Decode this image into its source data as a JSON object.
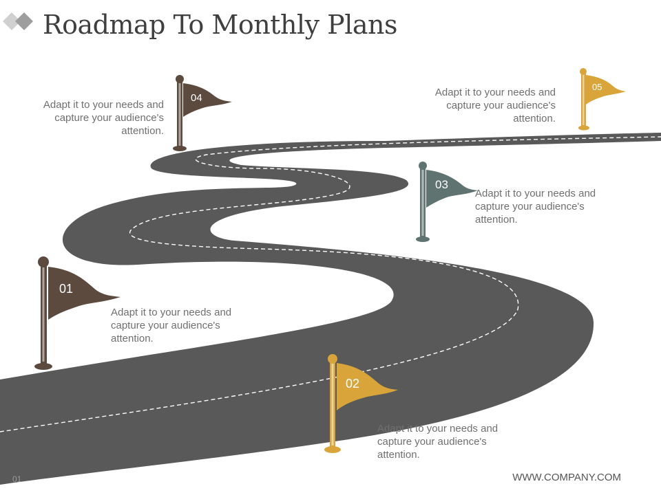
{
  "title": "Roadmap To Monthly Plans",
  "footer": "WWW.COMPANY.COM",
  "page_number": "01",
  "colors": {
    "road": "#595959",
    "flag_brown": "#5c4a3f",
    "flag_gold": "#d9a53a",
    "flag_slate": "#5f7370",
    "text": "#6f6f6f"
  },
  "milestones": [
    {
      "number": "01",
      "color": "#5c4a3f",
      "text": "Adapt it to your needs and capture your audience's attention."
    },
    {
      "number": "02",
      "color": "#d9a53a",
      "text": "Adapt it to your needs and capture your audience's attention."
    },
    {
      "number": "03",
      "color": "#5f7370",
      "text": "Adapt it to your needs and capture your audience's attention."
    },
    {
      "number": "04",
      "color": "#5c4a3f",
      "text": "Adapt it to your needs and capture your audience's attention."
    },
    {
      "number": "05",
      "color": "#d9a53a",
      "text": "Adapt it to your needs and capture your audience's attention."
    }
  ]
}
